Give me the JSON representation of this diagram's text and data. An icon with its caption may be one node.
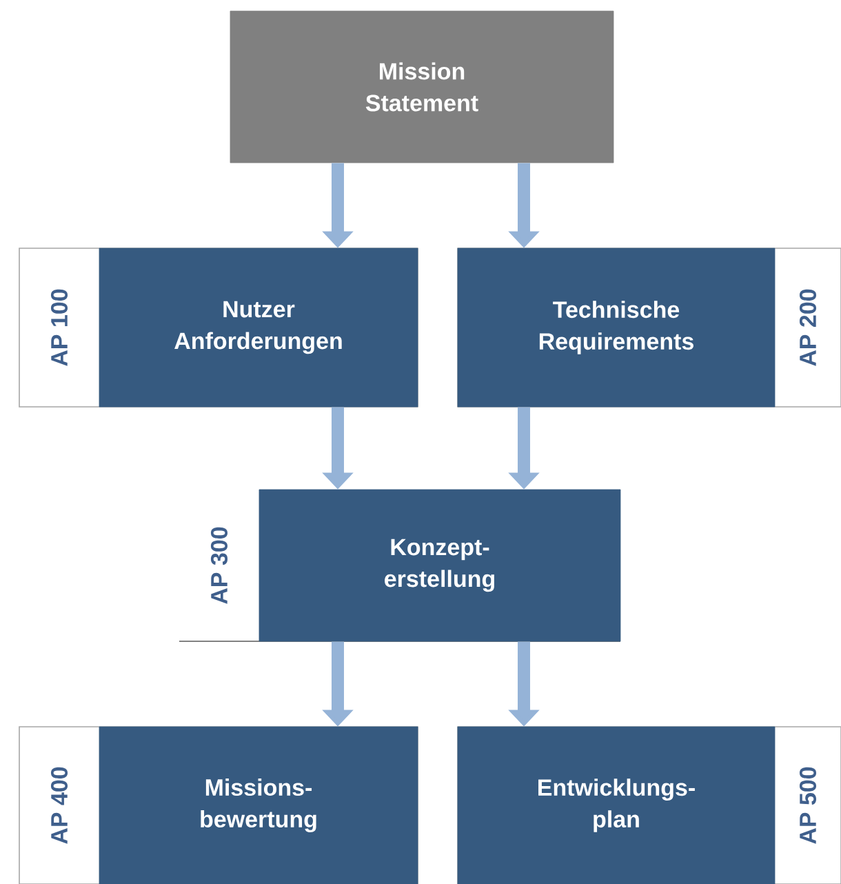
{
  "diagram": {
    "nodes": [
      {
        "text": [
          "Mission Statement"
        ]
      },
      {
        "text": [
          "Nutzer Anforderungen",
          "AP 100"
        ]
      },
      {
        "text": [
          "Technische Requirements",
          "AP 200"
        ]
      },
      {
        "text": [
          "Konzept- erstellung"
        ],
        "beside": [
          "AP 300"
        ]
      },
      {
        "text": [
          "Missions- bewertung",
          "AP 400"
        ]
      },
      {
        "text": [
          "Entwicklungs- plan",
          "AP 500"
        ]
      }
    ],
    "edges": [
      {
        "from": 0,
        "to": 1,
        "arrow": "to"
      },
      {
        "from": 0,
        "to": 2,
        "arrow": "to"
      },
      {
        "from": 1,
        "to": 3,
        "arrow": "to"
      },
      {
        "from": 2,
        "to": 3,
        "arrow": "to"
      },
      {
        "from": 3,
        "to": 4,
        "arrow": "to"
      },
      {
        "from": 3,
        "to": 5,
        "arrow": "to"
      }
    ]
  }
}
